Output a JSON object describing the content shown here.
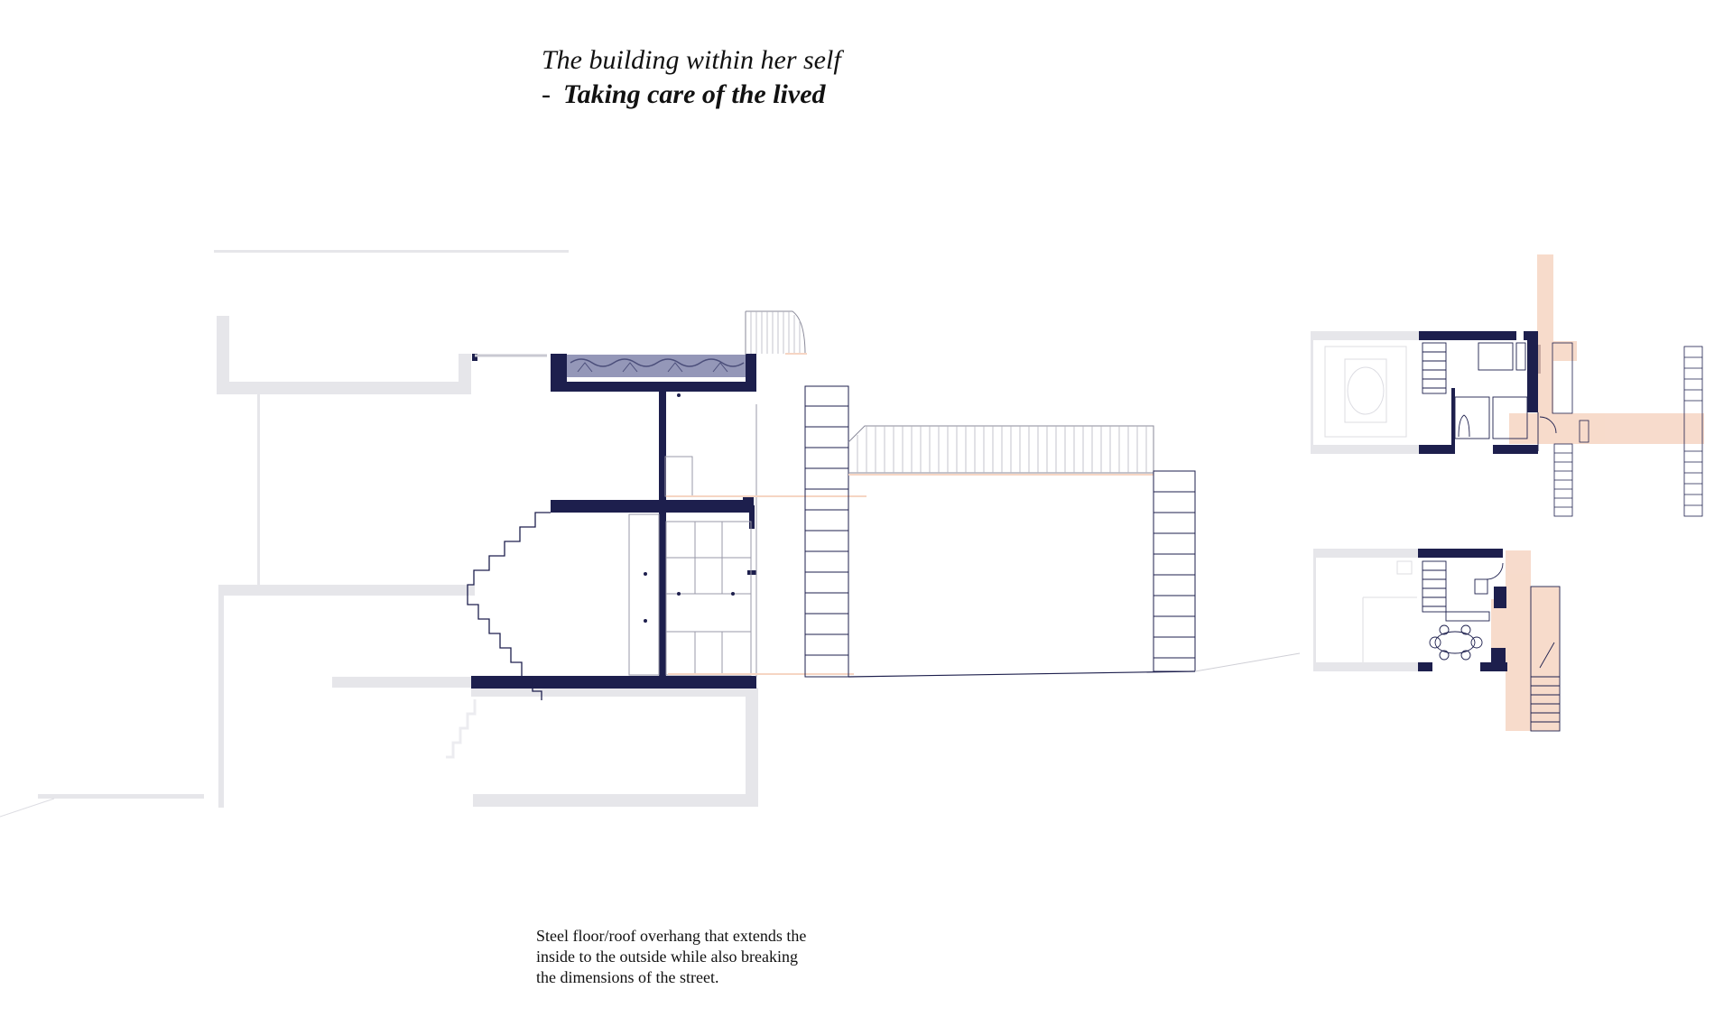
{
  "title": {
    "line1": "The building within her self",
    "dash": "-",
    "line2": "Taking care of the lived"
  },
  "caption": {
    "lines": [
      "Steel floor/roof overhang that extends the",
      "inside to the outside while also breaking",
      "the dimensions of the street."
    ]
  },
  "colors": {
    "steel": "#1d1f4d",
    "ghost": "#e6e6ea",
    "accent": "#f6d5c3",
    "line": "#1d1f4d",
    "background": "#ffffff"
  }
}
